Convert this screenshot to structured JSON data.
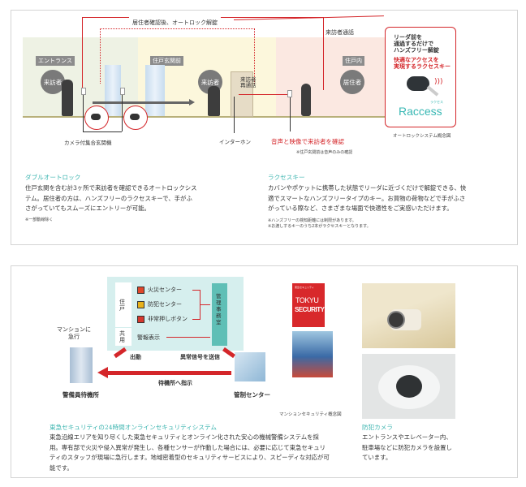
{
  "panel1": {
    "diagram": {
      "top_label": "居住者確認後、オートロック解錠",
      "visitor_call_label": "来訪者通話",
      "zones": [
        {
          "label": "エントランス",
          "color": "#eef2e4"
        },
        {
          "label": "住戸玄関前",
          "color": "#fcf7dc"
        },
        {
          "label": "住戸内",
          "color": "#fbe8e1"
        }
      ],
      "circles": [
        "来訪者",
        "来訪者",
        "居住者"
      ],
      "door_label": "来訪者\n再通話",
      "camera_unit_label": "カメラ付集合玄関機",
      "intercom_label": "インターホン",
      "confirm_label": "音声と映像で来訪者を確認",
      "confirm_note": "※住戸玄関前は音声のみの確認",
      "callout": {
        "line1": "リーダ前を",
        "line2": "通過するだけで",
        "line3": "ハンズフリー解錠",
        "red1": "快適なアクセスを",
        "red2": "実現するラクセスキー",
        "brand": "Raccess",
        "brand_ruby": "ラクセス"
      },
      "caption": "オートロックシステム概念図"
    },
    "left_text": {
      "heading": "ダブルオートロック",
      "body": "住戸玄関を含む計3ヶ所で来訪者を確認できるオートロックシステム。居住者の方は、ハンズフリーのラクセスキーで、手がふさがっていてもスムーズにエントリーが可能。",
      "note": "※一部動線除く"
    },
    "right_text": {
      "heading": "ラクセスキー",
      "body": "カバンやポケットに携帯した状態でリーダに近づくだけで解錠できる、快適でスマートなハンズフリータイプのキー。お買物の荷物などで手がふさがっている際など、さまざまな場面で快適性をご実感いただけます。",
      "note1": "※ハンズフリーの検知距離には制限があります。",
      "note2": "※お渡しするキーのうち2本がラクセスキーとなります。"
    }
  },
  "panel2": {
    "diagram": {
      "group_residential": "住戸",
      "group_common": "共用",
      "sensors": [
        {
          "label": "火災センター",
          "icon": "fire-icon",
          "color": "#e0472a"
        },
        {
          "label": "防犯センター",
          "icon": "burglar-icon",
          "color": "#e9b21a"
        },
        {
          "label": "非常押しボタン",
          "icon": "emergency-button-icon",
          "color": "#d6382d"
        }
      ],
      "alarm_display": "警報表示",
      "management_office": "管理事務室",
      "rush_label": "マンションに\n急行",
      "dispatch_label": "出動",
      "signal_label": "異常信号を送信",
      "instruction_label": "待機所へ指示",
      "guard_station": "警備員待機所",
      "control_center": "管制センター",
      "caption": "マンションセキュリティ概念図"
    },
    "brochure": {
      "small_text": "東急セキュリティ",
      "title1": "TOKYU",
      "title2": "SECURITY"
    },
    "left_text": {
      "heading": "東急セキュリティの24時間オンラインセキュリティシステム",
      "body": "東急沿線エリアを知り尽くした東急セキュリティとオンライン化された安心の機械警備システムを採用。専有部で火災や侵入異常が発生し、各種センサーが作動した場合には、必要に応じて東急セキュリティのスタッフが現場に急行します。地域密着型のセキュリティサービスにより、スピーディな対応が可能です。"
    },
    "right_text": {
      "heading": "防犯カメラ",
      "body": "エントランスやエレベーター内、駐車場などに防犯カメラを設置しています。"
    }
  },
  "colors": {
    "accent_red": "#d4262a",
    "teal_heading": "#3db5b0",
    "info_box_bg": "#d6efee",
    "management_bg": "#5fbfb6"
  }
}
